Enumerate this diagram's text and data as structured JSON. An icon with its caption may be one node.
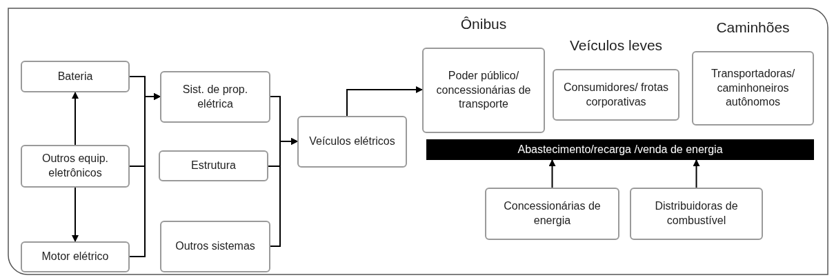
{
  "diagram": {
    "nodes": [
      {
        "text": [
          "Bateria"
        ]
      },
      {
        "text": [
          "Outros equip. eletrônicos"
        ]
      },
      {
        "text": [
          "Motor elétrico"
        ]
      },
      {
        "text": [
          "Sist. de prop. elétrica"
        ]
      },
      {
        "text": [
          "Estrutura"
        ]
      },
      {
        "text": [
          "Outros sistemas"
        ]
      },
      {
        "text": [
          "Veículos elétricos"
        ]
      },
      {
        "text": [
          "Ônibus",
          "Poder público/ concessionárias de transporte"
        ]
      },
      {
        "text": [
          "Veículos leves",
          "Consumidores/ frotas corporativas"
        ]
      },
      {
        "text": [
          "Caminhões",
          "Transportadoras/ caminhoneiros autônomos"
        ]
      },
      {
        "text": [
          "Abastecimento/recarga /venda de energia"
        ]
      },
      {
        "text": [
          "Concessionárias de energia"
        ]
      },
      {
        "text": [
          "Distribuidoras de combustível"
        ]
      }
    ],
    "edges": [
      {
        "from": 0,
        "to": 3,
        "arrow": "to"
      },
      {
        "from": 1,
        "to": 3,
        "arrow": "to"
      },
      {
        "from": 2,
        "to": 3,
        "arrow": "to"
      },
      {
        "from": 1,
        "to": 0,
        "arrow": "to"
      },
      {
        "from": 1,
        "to": 2,
        "arrow": "to"
      },
      {
        "from": 3,
        "to": 6,
        "arrow": "to"
      },
      {
        "from": 4,
        "to": 6,
        "arrow": "to"
      },
      {
        "from": 5,
        "to": 6,
        "arrow": "to"
      },
      {
        "from": 6,
        "to": 7,
        "arrow": "to"
      },
      {
        "from": 11,
        "to": 10,
        "arrow": "to"
      },
      {
        "from": 12,
        "to": 10,
        "arrow": "to"
      }
    ]
  }
}
